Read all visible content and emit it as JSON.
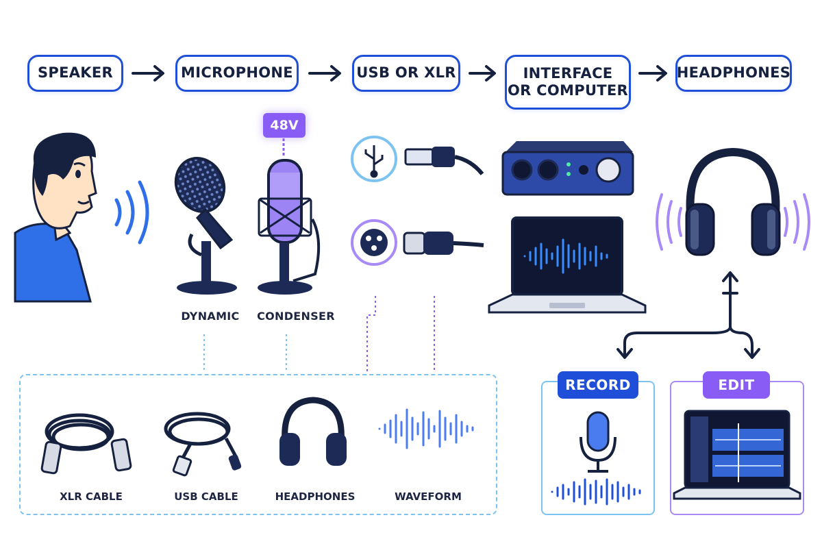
{
  "flow": [
    {
      "id": "speaker",
      "label": "SPEAKER"
    },
    {
      "id": "microphone",
      "label": "MICROPHONE"
    },
    {
      "id": "usb-or-xlr",
      "label": "USB OR XLR"
    },
    {
      "id": "interface-or-computer",
      "label": "INTERFACE\nOR COMPUTER"
    },
    {
      "id": "headphones",
      "label": "HEADPHONES"
    }
  ],
  "mic_types": {
    "dynamic": "DYNAMIC",
    "condenser": "CONDENSER",
    "phantom_power": "48V"
  },
  "gear": {
    "xlr_cable": "XLR CABLE",
    "usb_cable": "USB CABLE",
    "headphones": "HEADPHONES",
    "waveform": "WAVEFORM"
  },
  "outputs": {
    "record": "RECORD",
    "edit": "EDIT"
  },
  "colors": {
    "blue": "#1f4fd8",
    "navy": "#15213f",
    "purple": "#8a5cf6",
    "light_blue": "#7cc3f2"
  },
  "icons": [
    "person-icon",
    "sound-waves-icon",
    "dynamic-mic-icon",
    "condenser-mic-icon",
    "usb-symbol-icon",
    "usb-plug-icon",
    "xlr-socket-icon",
    "xlr-plug-icon",
    "audio-interface-icon",
    "laptop-icon",
    "headphones-icon",
    "record-mic-icon",
    "edit-laptop-icon"
  ]
}
